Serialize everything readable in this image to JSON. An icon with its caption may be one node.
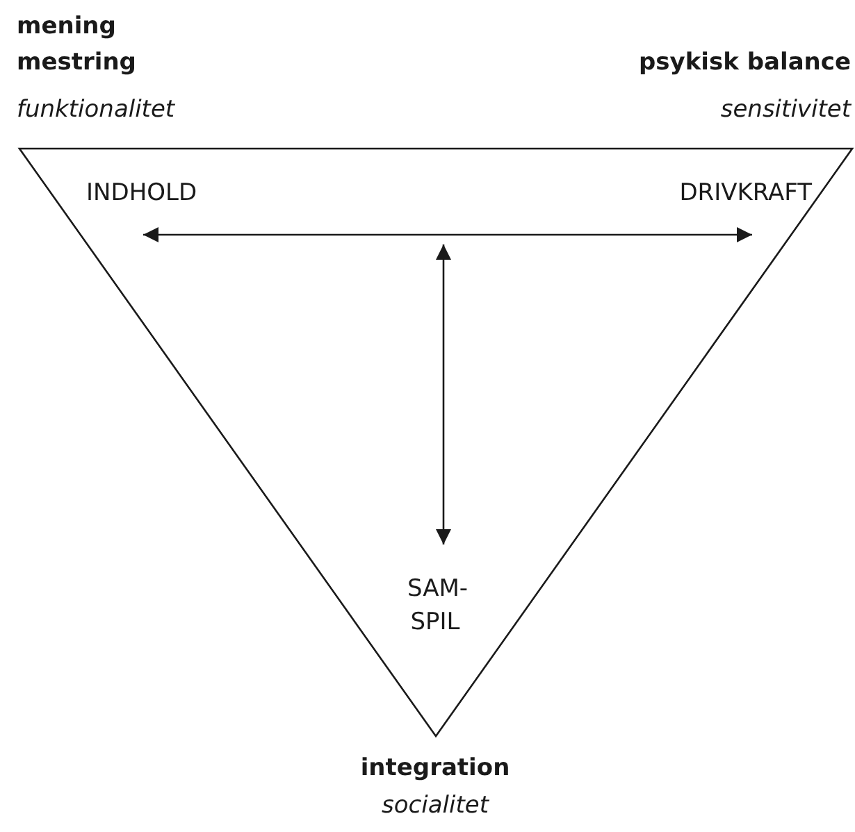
{
  "diagram": {
    "nodes": [
      {
        "text": [],
        "shape": "triangle"
      },
      {
        "text": [
          "INDHOLD"
        ],
        "in": 0
      },
      {
        "text": [
          "DRIVKRAFT"
        ],
        "in": 0
      },
      {
        "text": [
          "SAM- SPIL"
        ],
        "in": 0
      }
    ],
    "edges": [
      {
        "from": 1,
        "to": 2,
        "arrow": "both"
      },
      {
        "from": null,
        "to": 3,
        "arrow": "both"
      }
    ],
    "labels": [
      "mening",
      "mestring",
      "funktionalitet",
      "psykisk balance",
      "sensitivitet",
      "integration",
      "socialitet"
    ]
  }
}
